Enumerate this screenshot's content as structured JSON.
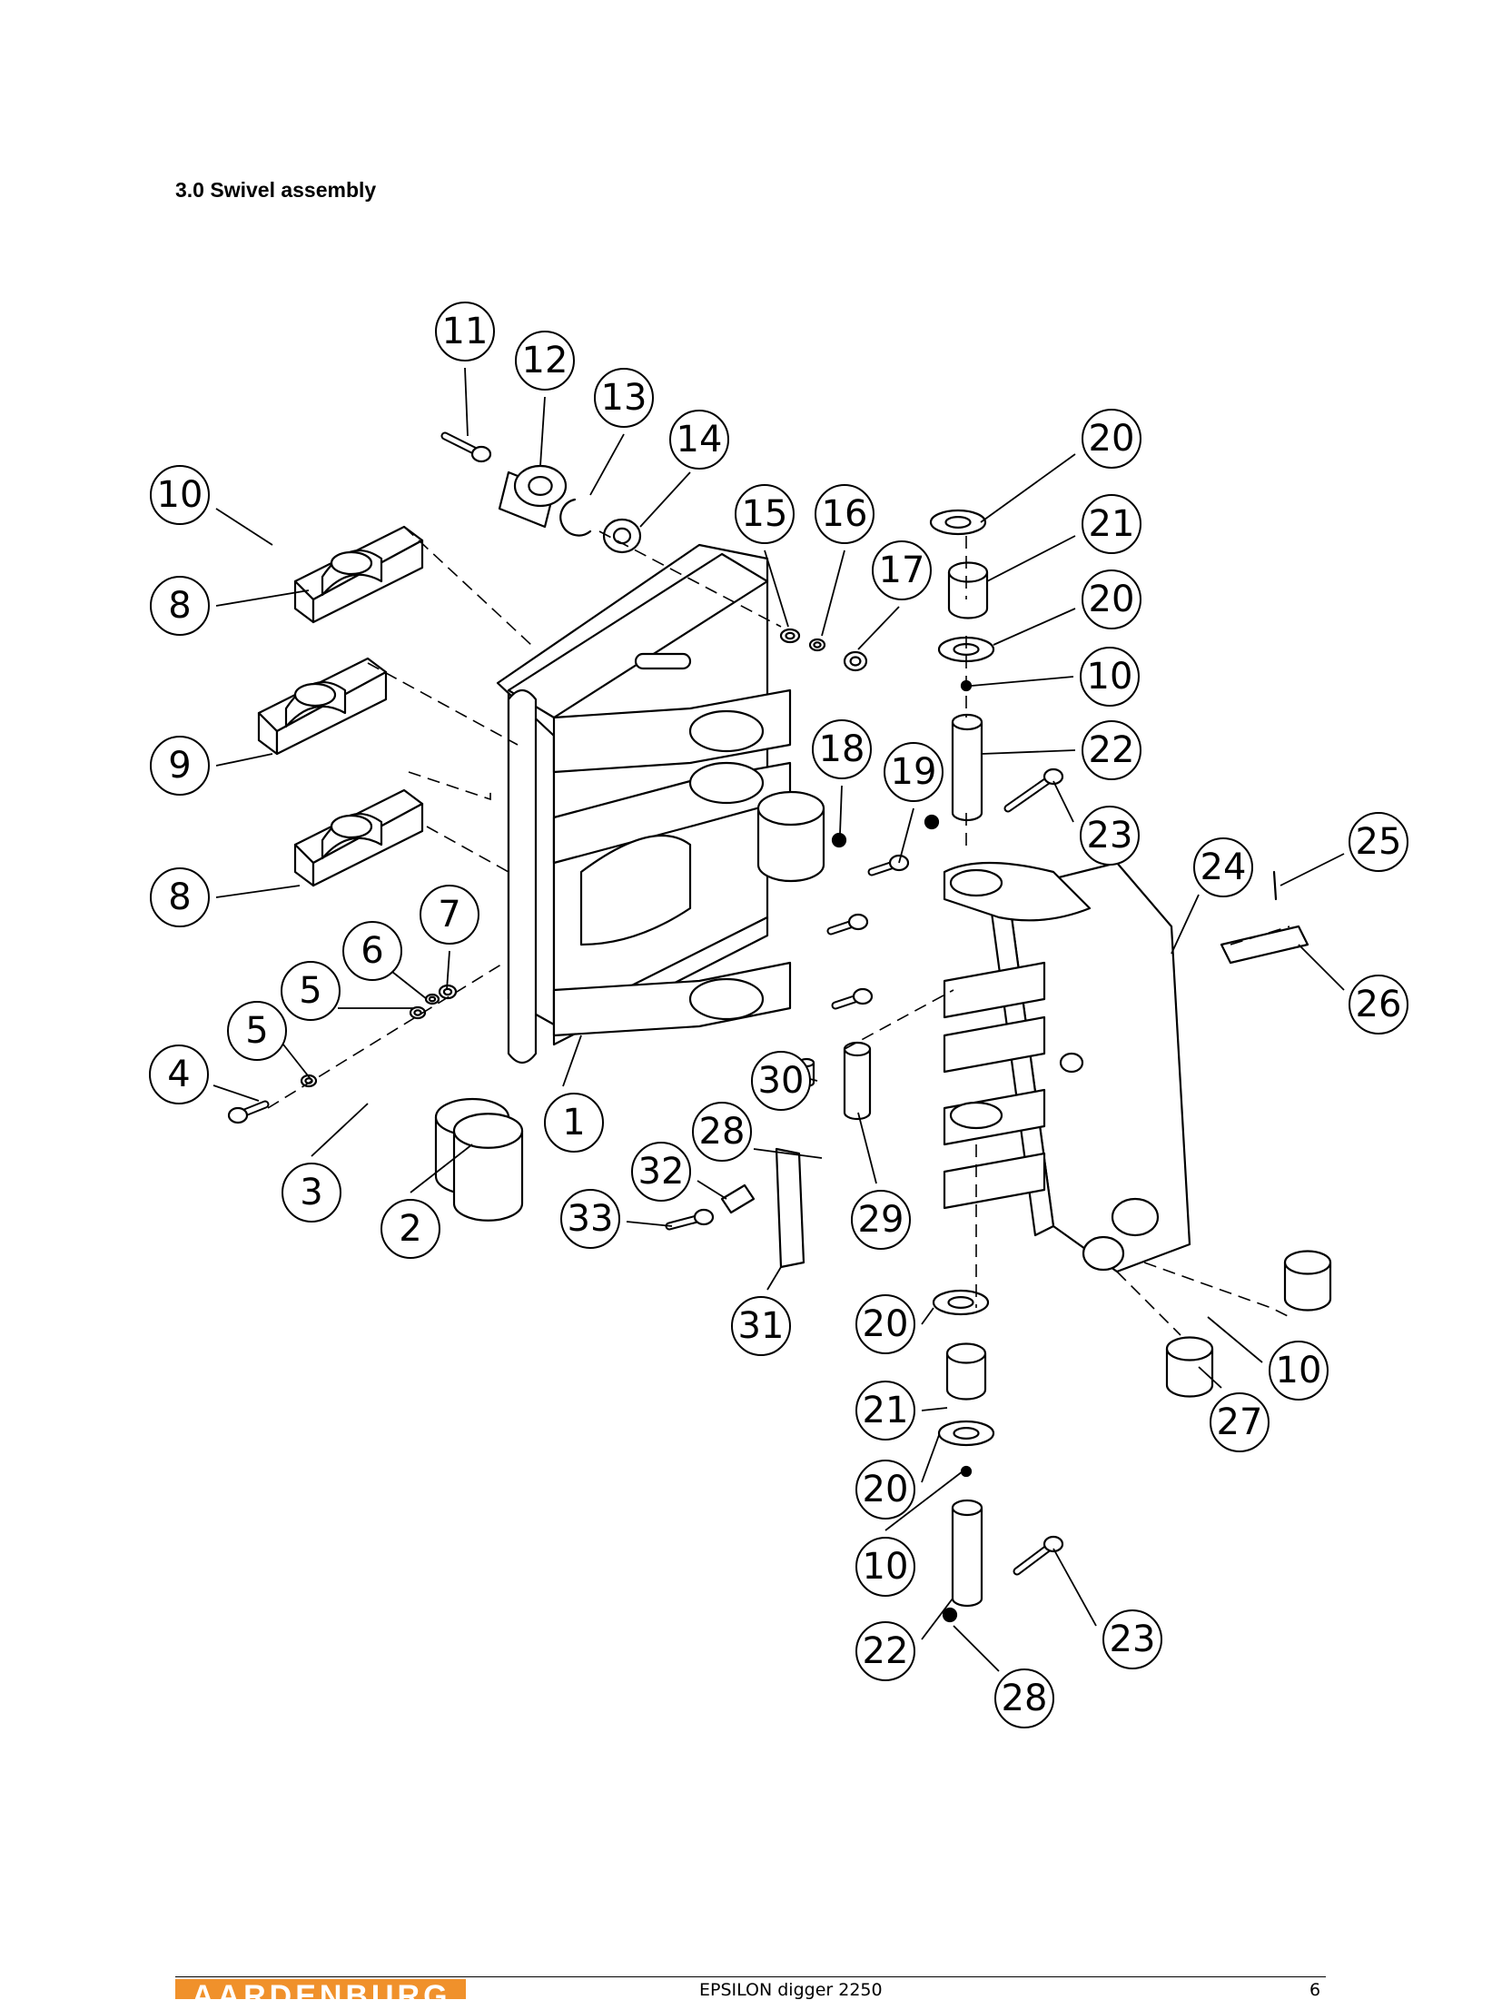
{
  "section_title": "3.0 Swivel assembly",
  "diagram": {
    "part_numbers": [
      "1",
      "2",
      "3",
      "4",
      "5",
      "5",
      "6",
      "7",
      "8",
      "8",
      "9",
      "10",
      "10",
      "10",
      "10",
      "11",
      "12",
      "13",
      "14",
      "15",
      "16",
      "17",
      "18",
      "19",
      "20",
      "20",
      "20",
      "20",
      "21",
      "21",
      "22",
      "22",
      "23",
      "23",
      "24",
      "25",
      "26",
      "27",
      "28",
      "28",
      "29",
      "30",
      "31",
      "32",
      "33"
    ]
  },
  "footer": {
    "logo_text": "AARDENBURG",
    "document_name": "EPSILON digger 2250",
    "page_number": "6"
  },
  "colors": {
    "logo_background": "#f0912b",
    "logo_text": "#ffffff",
    "line_art": "#000000"
  }
}
